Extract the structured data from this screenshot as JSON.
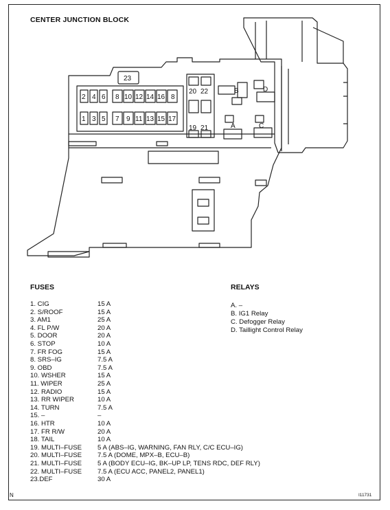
{
  "title": "CENTER JUNCTION BLOCK",
  "diagram": {
    "fuse_labels_top": [
      "2",
      "4",
      "6",
      "8",
      "10",
      "12",
      "14",
      "16",
      "8"
    ],
    "fuse_labels_bottom": [
      "1",
      "3",
      "5",
      "7",
      "9",
      "11",
      "13",
      "15",
      "17"
    ],
    "fuse_23": "23",
    "fuse_20": "20",
    "fuse_22": "22",
    "fuse_19": "19",
    "fuse_21": "21",
    "relay_a": "A",
    "relay_b": "B",
    "relay_c": "C",
    "relay_d": "D"
  },
  "fuses_title": "FUSES",
  "fuses": [
    {
      "label": "1. CIG",
      "value": "15 A"
    },
    {
      "label": "2. S/ROOF",
      "value": "15 A"
    },
    {
      "label": "3. AM1",
      "value": "25 A"
    },
    {
      "label": "4. FL P/W",
      "value": "20 A"
    },
    {
      "label": "5. DOOR",
      "value": "20 A"
    },
    {
      "label": "6. STOP",
      "value": "10 A"
    },
    {
      "label": "7. FR FOG",
      "value": "15 A"
    },
    {
      "label": "8. SRS–IG",
      "value": "7.5 A"
    },
    {
      "label": "9. OBD",
      "value": "7.5 A"
    },
    {
      "label": "10. WSHER",
      "value": "15 A"
    },
    {
      "label": "11. WIPER",
      "value": "25 A"
    },
    {
      "label": "12. RADIO",
      "value": "15 A"
    },
    {
      "label": "13. RR WIPER",
      "value": "10 A"
    },
    {
      "label": "14. TURN",
      "value": "7.5 A"
    },
    {
      "label": "15.  –",
      "value": "–"
    },
    {
      "label": "16. HTR",
      "value": "10 A"
    },
    {
      "label": "17. FR R/W",
      "value": "20 A"
    },
    {
      "label": "18. TAIL",
      "value": "10 A"
    },
    {
      "label": "19. MULTI–FUSE",
      "value": "5 A (ABS–IG, WARNING, FAN RLY, C/C ECU–IG)"
    },
    {
      "label": "20. MULTI–FUSE",
      "value": "7.5 A (DOME, MPX–B, ECU–B)"
    },
    {
      "label": "21. MULTI–FUSE",
      "value": "5 A (BODY ECU–IG, BK–UP LP, TENS RDC, DEF RLY)"
    },
    {
      "label": "22. MULTI–FUSE",
      "value": "7.5 A (ECU ACC, PANEL2, PANEL1)"
    },
    {
      "label": "23.DEF",
      "value": "30 A"
    }
  ],
  "relays_title": "RELAYS",
  "relays": [
    "A.  –",
    "B. IG1 Relay",
    "C. Defogger Relay",
    "D. Taillight Control Relay"
  ],
  "corner_left": "N",
  "corner_right": "I11731"
}
